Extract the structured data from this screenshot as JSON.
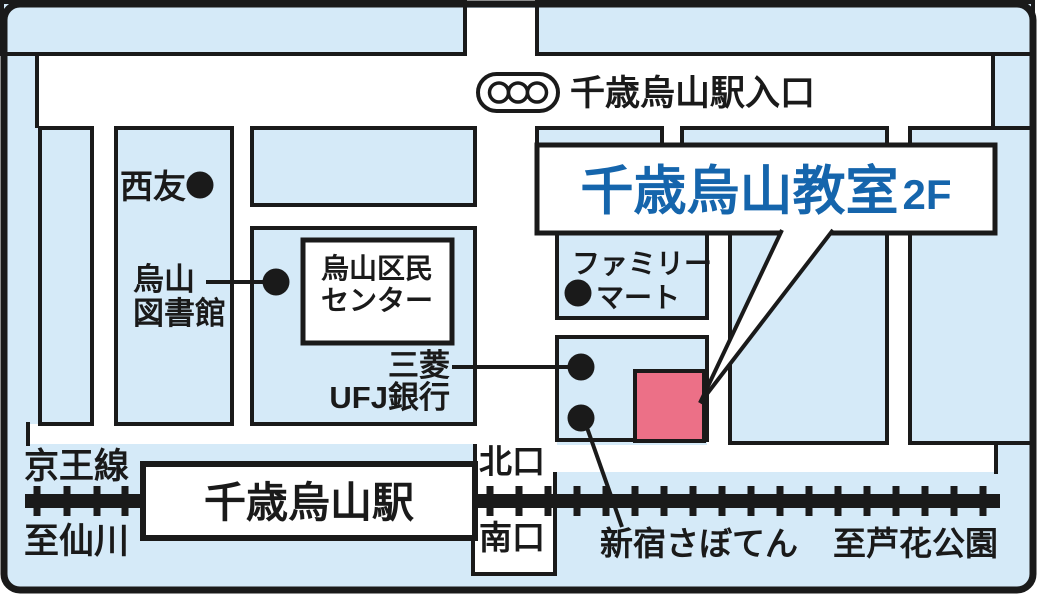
{
  "map": {
    "labels": {
      "intersection": "千歳烏山駅入口",
      "classroom_name": "千歳烏山教室",
      "classroom_floor": "2F",
      "seiyu": "西友",
      "library1": "烏山",
      "library2": "図書館",
      "kumin1": "烏山区民",
      "kumin2": "センター",
      "bank1": "三菱",
      "bank2": "UFJ銀行",
      "familymart1": "ファミリー",
      "familymart2": "マート",
      "north_exit": "北口",
      "south_exit": "南口",
      "keio_line": "京王線",
      "to_sengawa": "至仙川",
      "station": "千歳烏山駅",
      "saboten": "新宿さぼてん",
      "to_rokakoen": "至芦花公園"
    },
    "icons": {
      "traffic_light_icon": "three-circle-signal"
    },
    "colors": {
      "background_block": "#d5eaf8",
      "road": "#ffffff",
      "outline": "#1a1a1a",
      "classroom_highlight": "#ec7087",
      "classroom_text_blue": "#1565ac",
      "railway": "#1a1a1a"
    }
  }
}
